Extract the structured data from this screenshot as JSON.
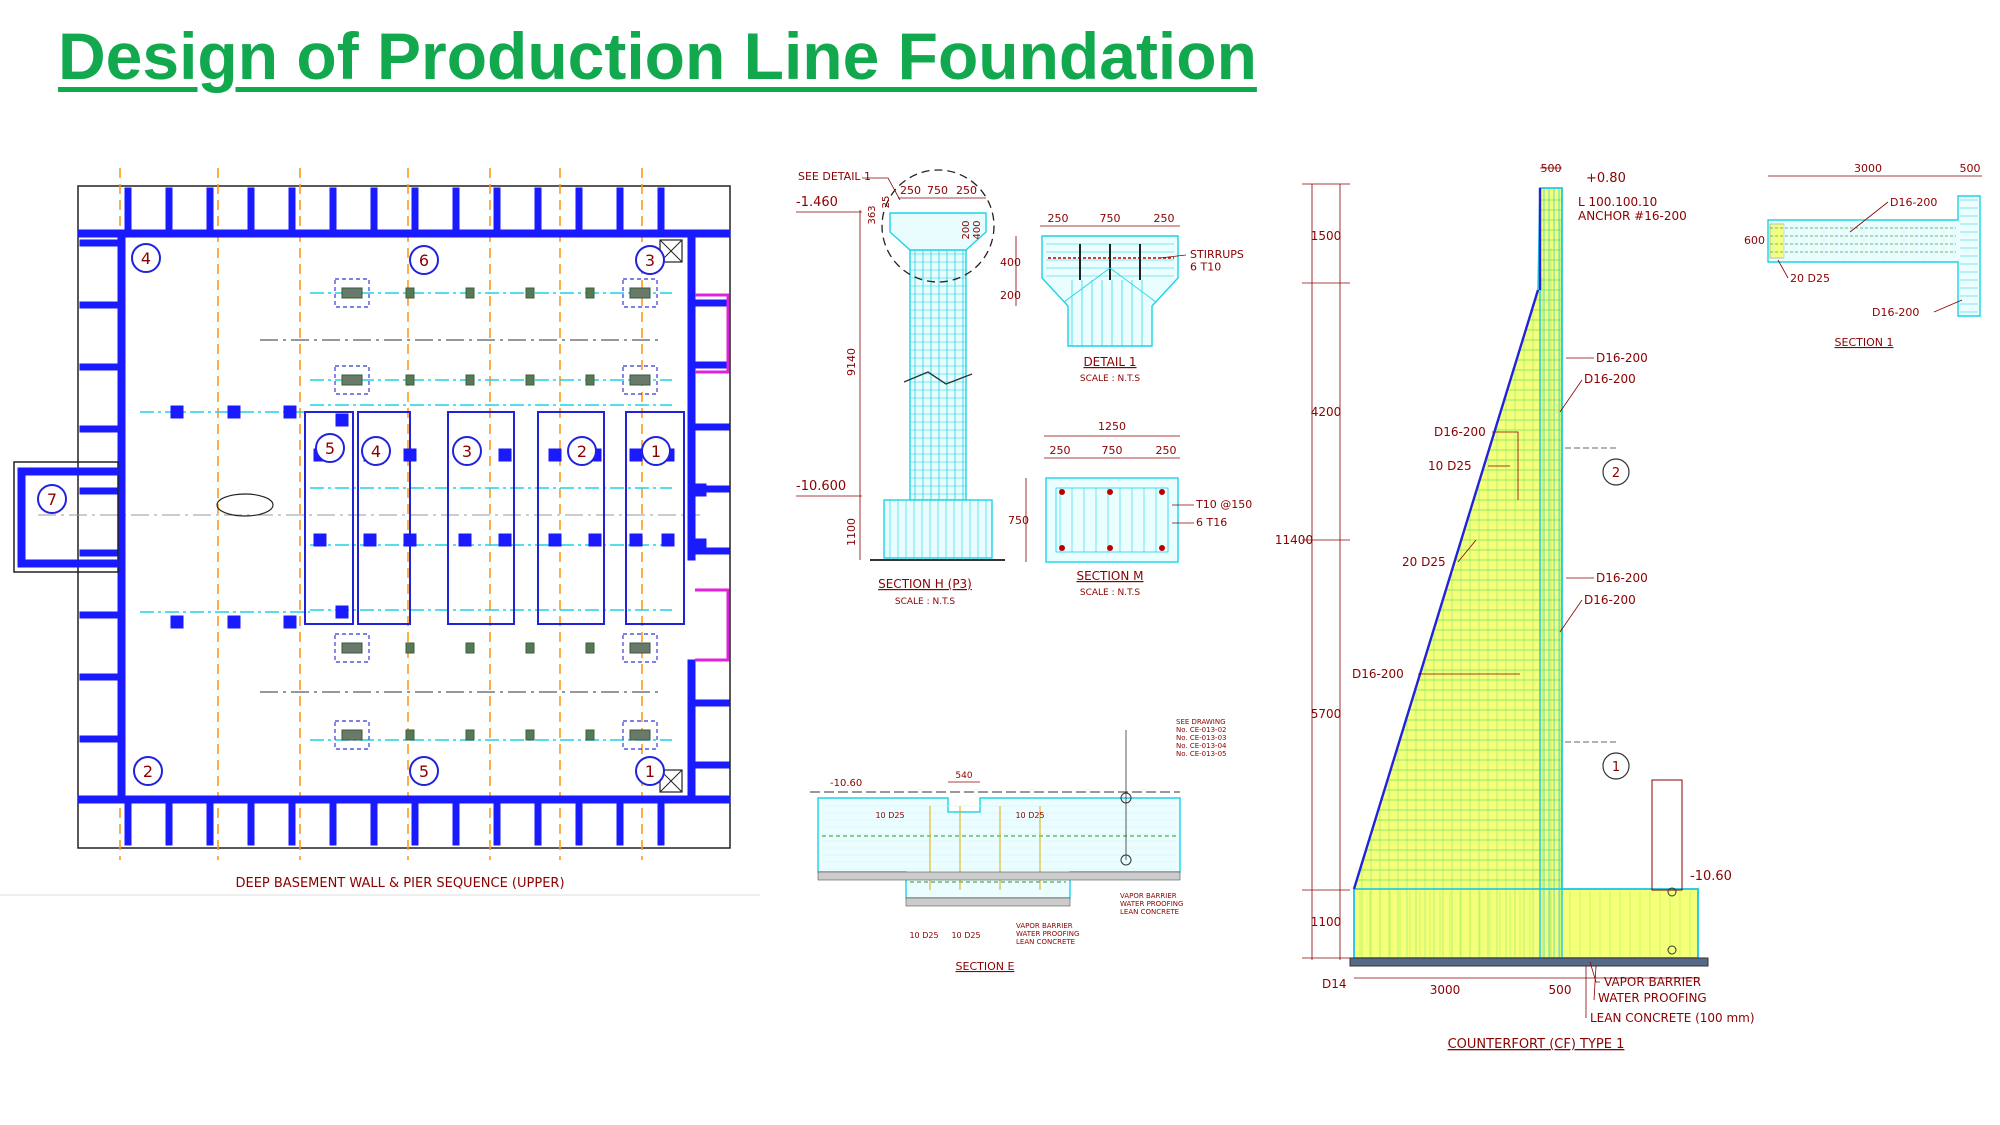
{
  "title": "Design of Production Line Foundation",
  "colors": {
    "title": "#11a84e",
    "wall": "#1a1aff",
    "dim": "#8b0000",
    "axis": "#ff9a1a",
    "pipe": "#19d4e6",
    "fill": "#f4ff7a",
    "accent": "#e022d8"
  },
  "plan": {
    "caption": "DEEP BASEMENT WALL & PIER SEQUENCE (UPPER)",
    "zone_labels": [
      "4",
      "6",
      "3",
      "5",
      "4",
      "3",
      "2",
      "1",
      "7",
      "2",
      "5",
      "1"
    ]
  },
  "section_h": {
    "caption": "SECTION H (P3)",
    "scale": "SCALE : N.T.S",
    "see_detail": "SEE DETAIL 1",
    "top_level": "-1.460",
    "bottom_level": "-10.600",
    "dims": [
      "250",
      "750",
      "250",
      "363",
      "25",
      "200",
      "400",
      "9140",
      "1100"
    ]
  },
  "detail_1": {
    "caption": "DETAIL 1",
    "scale": "SCALE : N.T.S",
    "dims": [
      "250",
      "750",
      "250",
      "400",
      "200"
    ],
    "note": "STIRRUPS\n6 T10"
  },
  "section_m": {
    "caption": "SECTION M",
    "scale": "SCALE : N.T.S",
    "dims": [
      "1250",
      "250",
      "750",
      "250",
      "750"
    ],
    "note1": "T10 @150",
    "note2": "6 T16"
  },
  "section_e": {
    "caption": "SECTION E",
    "level": "-10.60",
    "dim_top": "540",
    "bars": [
      "10 D25",
      "10 D25",
      "10 D25",
      "10 D25"
    ],
    "layers": [
      "VAPOR BARRIER",
      "WATER PROOFING",
      "LEAN CONCRETE"
    ],
    "see_drawing": "SEE DRAWING\nNo. CE-013-02\nNo. CE-013-03\nNo. CE-013-04\nNo. CE-013-05"
  },
  "counterfort": {
    "caption": "COUNTERFORT (CF) TYPE 1",
    "top_level": "+0.80",
    "bottom_level": "-10.60",
    "dims_left": [
      "1500",
      "4200",
      "11400",
      "5700",
      "1100"
    ],
    "dims_bottom": [
      "3000",
      "500"
    ],
    "dim_top": "500",
    "anchor_note": "L 100.100.10\nANCHOR #16-200",
    "bars": [
      "D16-200",
      "D16-200",
      "D16-200",
      "10 D25",
      "20 D25",
      "D16-200",
      "D16-200",
      "D16-200",
      "D14"
    ],
    "markers": [
      "2",
      "1"
    ],
    "layers": [
      "VAPOR BARRIER",
      "WATER PROOFING",
      "LEAN CONCRETE (100 mm)"
    ]
  },
  "section_1": {
    "caption": "SECTION 1",
    "dims": [
      "3000",
      "500",
      "600"
    ],
    "bars": [
      "D16-200",
      "20 D25",
      "D16-200"
    ]
  }
}
